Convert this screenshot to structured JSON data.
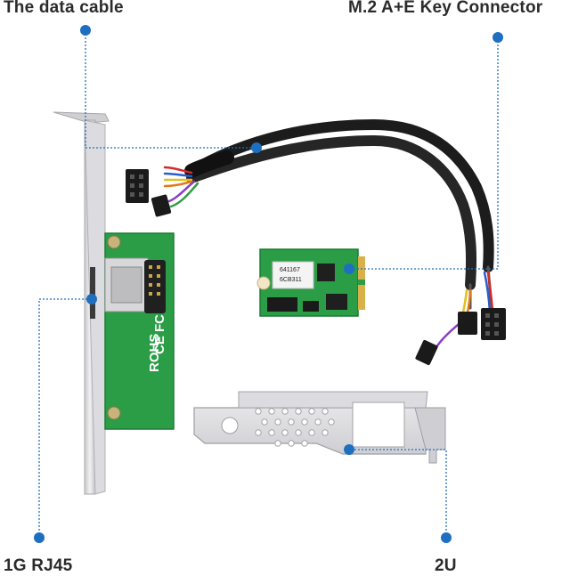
{
  "labels": {
    "data_cable": "The data cable",
    "m2_connector": "M.2 A+E Key Connector",
    "rj45": "1G RJ45",
    "bracket_2u": "2U"
  },
  "module_text": {
    "line1": "641167",
    "line2": "6CB311"
  },
  "board_marks": {
    "rohs": "ROHS",
    "ce_fc": "CE FC"
  },
  "colors": {
    "callout": "#1f6fc1",
    "pcb": "#2a9d46",
    "metal": "#d9d9db",
    "cable": "#1c1c1c"
  }
}
